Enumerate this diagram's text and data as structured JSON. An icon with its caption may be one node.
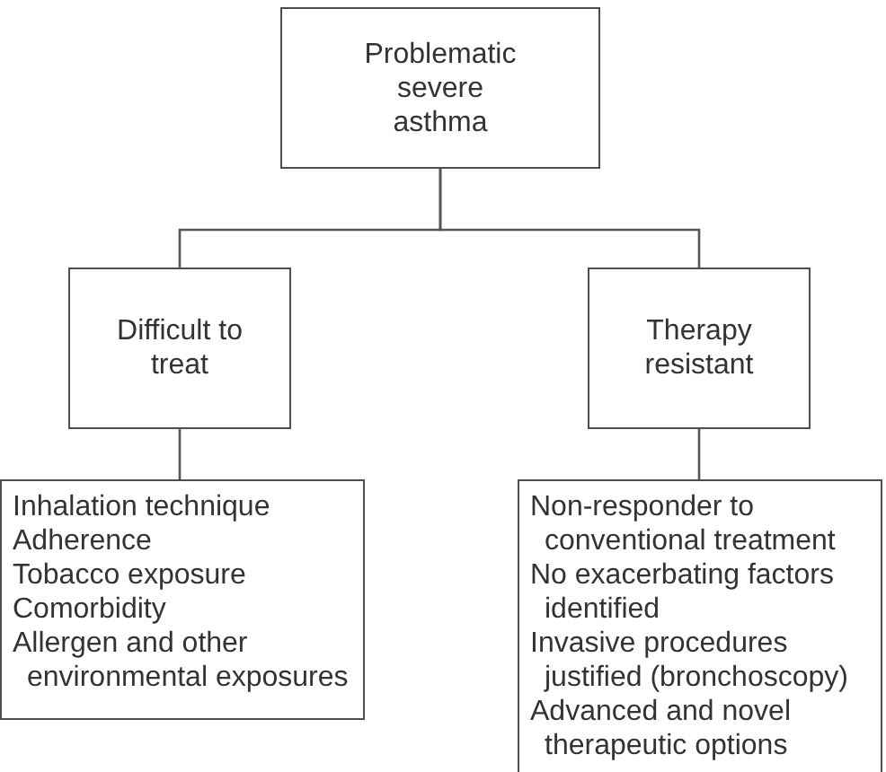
{
  "diagram": {
    "nodes": [
      {
        "text": [
          "Problematic severe asthma"
        ]
      },
      {
        "text": [
          "Difficult to treat"
        ]
      },
      {
        "text": [
          "Therapy resistant"
        ]
      },
      {
        "text": [
          "Inhalation technique",
          "Adherence",
          "Tobacco exposure",
          "Comorbidity",
          "Allergen and other environmental exposures"
        ]
      },
      {
        "text": [
          "Non-responder to conventional treatment",
          "No exacerbating factors identified",
          "Invasive procedures justified (bronchoscopy)",
          "Advanced and novel therapeutic options"
        ]
      }
    ],
    "edges": [
      {
        "from": 0,
        "to": 1,
        "arrow": "none"
      },
      {
        "from": 0,
        "to": 2,
        "arrow": "none"
      },
      {
        "from": 1,
        "to": 3,
        "arrow": "none"
      },
      {
        "from": 2,
        "to": 4,
        "arrow": "none"
      }
    ]
  }
}
